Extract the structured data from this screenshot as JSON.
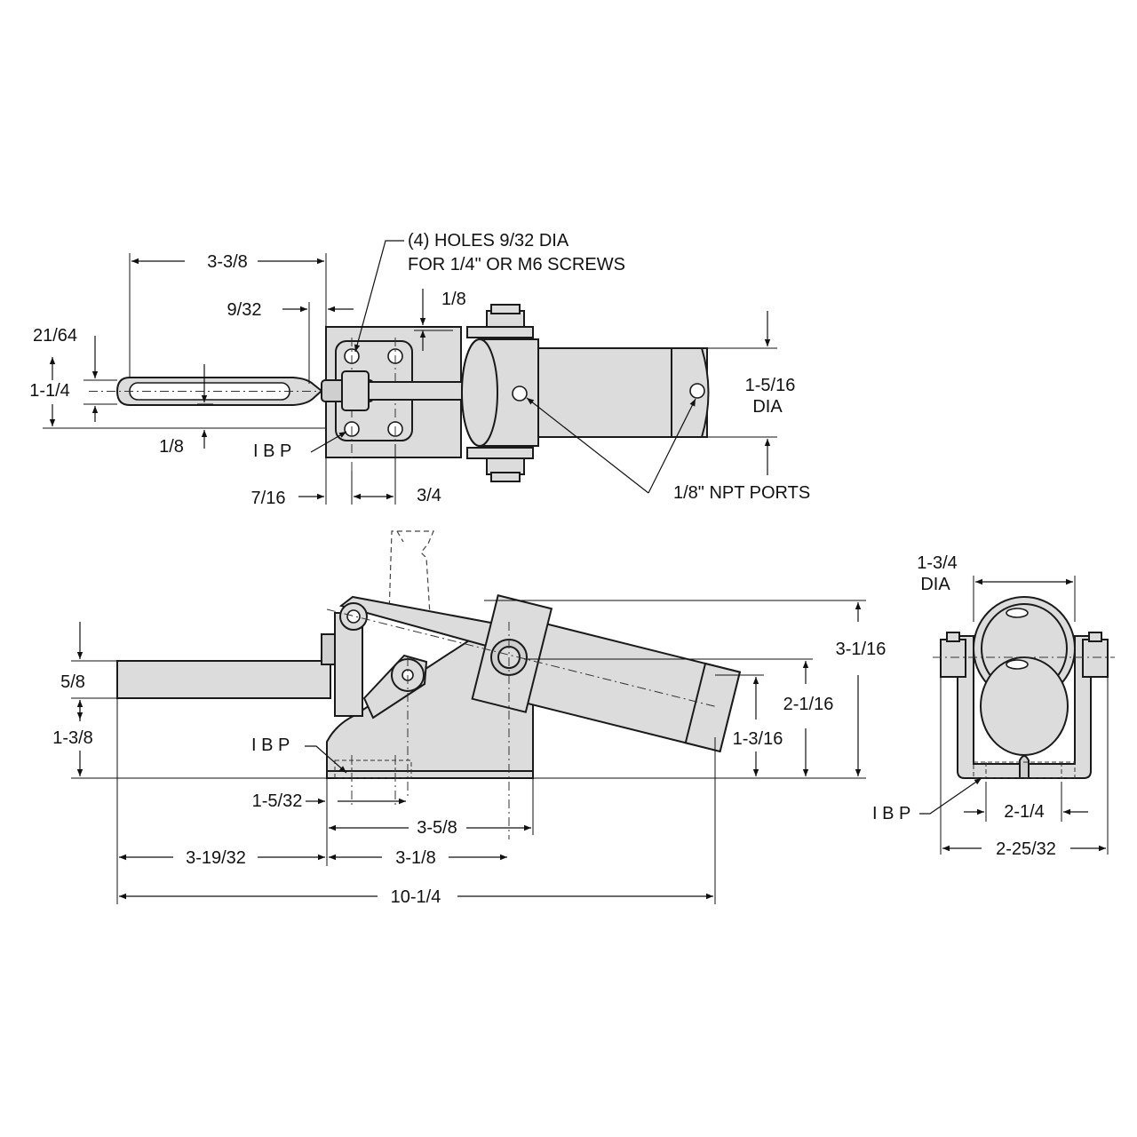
{
  "colors": {
    "part_fill": "#dcdcdc",
    "line": "#1a1a1a",
    "background": "#ffffff"
  },
  "top_view": {
    "holes_note_line1": "(4) HOLES 9/32 DIA",
    "holes_note_line2": "FOR 1/4\" OR M6 SCREWS",
    "dim_handle_length": "3-3/8",
    "dim_handle_offset": "9/32",
    "dim_top_gap": "1/8",
    "dim_rod_width": "21/64",
    "dim_handle_width": "1-1/4",
    "dim_bottom_gap": "1/8",
    "ibp": "I B P",
    "dim_hole_offset": "7/16",
    "dim_hole_spacing": "3/4",
    "dim_cylinder_dia": "1-5/16",
    "dim_cylinder_dia_suffix": "DIA",
    "ports_note": "1/8\" NPT PORTS"
  },
  "side_view": {
    "dim_handle_thickness": "5/8",
    "dim_handle_height": "1-3/8",
    "ibp": "I B P",
    "dim_hole_x": "1-5/32",
    "dim_pivot_x": "3-5/8",
    "dim_handle_reach": "3-19/32",
    "dim_base_pivot": "3-1/8",
    "dim_overall": "10-1/4",
    "dim_total_height": "3-1/16",
    "dim_pivot_height": "2-1/16",
    "dim_cyl_height": "1-3/16"
  },
  "end_view": {
    "dim_dia": "1-3/4",
    "dim_dia_suffix": "DIA",
    "ibp": "I B P",
    "dim_hole_spacing": "2-1/4",
    "dim_base_width": "2-25/32"
  }
}
